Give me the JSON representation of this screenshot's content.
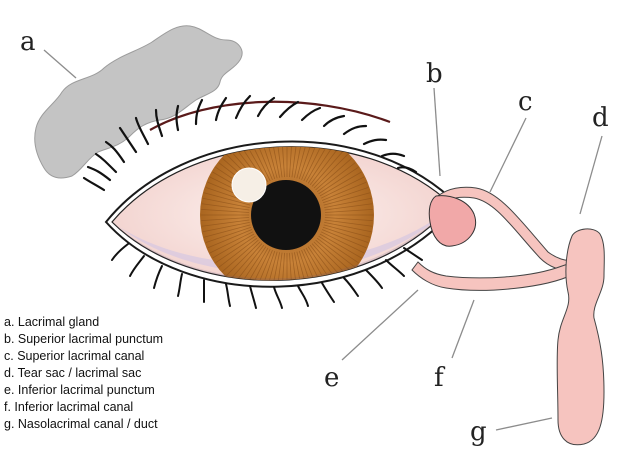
{
  "labels": {
    "a": "a",
    "b": "b",
    "c": "c",
    "d": "d",
    "e": "e",
    "f": "f",
    "g": "g"
  },
  "legend": [
    "a. Lacrimal gland",
    "b. Superior lacrimal punctum",
    "c. Superior lacrimal canal",
    "d. Tear sac / lacrimal sac",
    "e. Inferior lacrimal punctum",
    "f. Inferior lacrimal canal",
    "g. Nasolacrimal canal / duct"
  ],
  "colors": {
    "gland": "#c2c2c2",
    "iris": "#c47a2c",
    "pupil": "#111111",
    "sclera": "#f7e4e0",
    "duct": "#f6c4bf",
    "caruncle": "#f1a8a8",
    "lash": "#111111",
    "leader": "#8c8c8c"
  }
}
